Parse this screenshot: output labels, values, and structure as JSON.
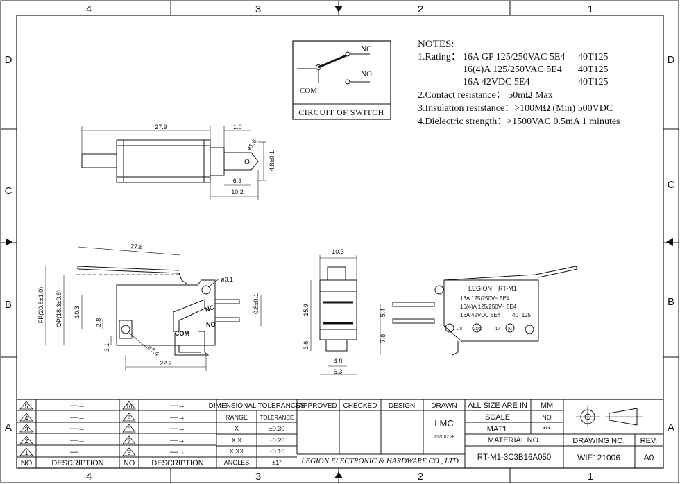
{
  "zones": {
    "top": [
      "4",
      "3",
      "2",
      "1"
    ],
    "bottom": [
      "4",
      "3",
      "2",
      "1"
    ],
    "left": [
      "D",
      "C",
      "B",
      "A"
    ],
    "right": [
      "D",
      "C",
      "B",
      "A"
    ]
  },
  "circuit": {
    "nc": "NC",
    "no": "NO",
    "com": "COM",
    "caption": "CIRCUIT OF SWITCH"
  },
  "notes": {
    "heading": "NOTES:",
    "rating_label": "1.Rating：",
    "rating_lines": [
      {
        "spec": "16A GP 125/250VAC 5E4",
        "code": "40T125"
      },
      {
        "spec": "16(4)A 125/250VAC 5E4",
        "code": "40T125"
      },
      {
        "spec": "16A 42VDC 5E4",
        "code": "40T125"
      }
    ],
    "items": [
      "2.Contact resistance： 50mΩ Max",
      "3.Insulation resistance：>100MΩ (Min) 500VDC",
      "4.Dielectric strength：>1500VAC 0.5mA 1 minutes"
    ]
  },
  "top_view_dims": {
    "length": "27.9",
    "offset": "1.0",
    "hole": "ø1.6",
    "height": "4.8±0.1",
    "terminal": "6.3",
    "total": "10.2"
  },
  "front_view_dims": {
    "lever": "27.8",
    "fp": "FP(20.8±1.0)",
    "op": "OP(18.3±0.8)",
    "h1": "10.3",
    "h2": "2.8",
    "h3": "3.1",
    "mount_hole_top": "ø3.1",
    "mount_hole_bottom": "ø3.4",
    "width": "22.2",
    "terminal_thick": "0.8±0.1",
    "label_nc": "NC",
    "label_no": "NO",
    "label_com": "COM"
  },
  "side_view_dims": {
    "top": "10.3",
    "height": "15.9",
    "bottom": "3.6",
    "inner": "4.8",
    "outer": "6.3"
  },
  "rear_view": {
    "dim_a": "5.4",
    "dim_b": "7.8",
    "brand": "LEGION",
    "model": "RT-M1",
    "ratings": [
      "16A 125/250V~ 5E4",
      "16(4)A 125/250V~ 5E4",
      "16A 42VDC 5E4"
    ],
    "rating_code": "40T125",
    "cert_ul": "US",
    "cert_cqc": "CQC",
    "cert_enec": "17",
    "cert_n": "N"
  },
  "revision_table": {
    "no_header": "NO",
    "desc_header": "DESCRIPTION",
    "left_rows": [
      {
        "no": "5",
        "desc": "—→"
      },
      {
        "no": "4",
        "desc": "—→"
      },
      {
        "no": "3",
        "desc": "—→"
      },
      {
        "no": "2",
        "desc": "—→"
      },
      {
        "no": "1",
        "desc": "—→"
      }
    ],
    "right_rows": [
      {
        "no": "10",
        "desc": "—→"
      },
      {
        "no": "9",
        "desc": "—→"
      },
      {
        "no": "8",
        "desc": "—→"
      },
      {
        "no": "7",
        "desc": "—→"
      },
      {
        "no": "6",
        "desc": "—→"
      }
    ]
  },
  "tolerances": {
    "title": "DIMENSIONAL TOLERANCES",
    "range_header": "RANGE",
    "tol_header": "TOLERANCE",
    "rows": [
      {
        "range": "X",
        "tol": "±0.30"
      },
      {
        "range": "X.X",
        "tol": "±0.20"
      },
      {
        "range": "X.XX",
        "tol": "±0.10"
      },
      {
        "range": "ANGLES",
        "tol": "±1°"
      }
    ]
  },
  "approval": {
    "approved": "APPROVED",
    "checked": "CHECKED",
    "design": "DESIGN",
    "drawn": "DRAWN",
    "drawn_by": "LMC",
    "drawn_date": "2021.02.26",
    "company": "LEGION ELECTRONIC & HARDWARE CO., LTD."
  },
  "title_block": {
    "all_size": "ALL SIZE ARE IN",
    "unit": "MM",
    "scale_label": "SCALE",
    "scale_value": "NO",
    "matl_label": "MAT'L",
    "matl_value": "***",
    "material_no_label": "MATERIAL NO.",
    "material_no": "RT-M1-3C3B16A050",
    "drawing_no_label": "DRAWING NO.",
    "drawing_no": "WIF121006",
    "rev_label": "REV.",
    "rev": "A0"
  }
}
